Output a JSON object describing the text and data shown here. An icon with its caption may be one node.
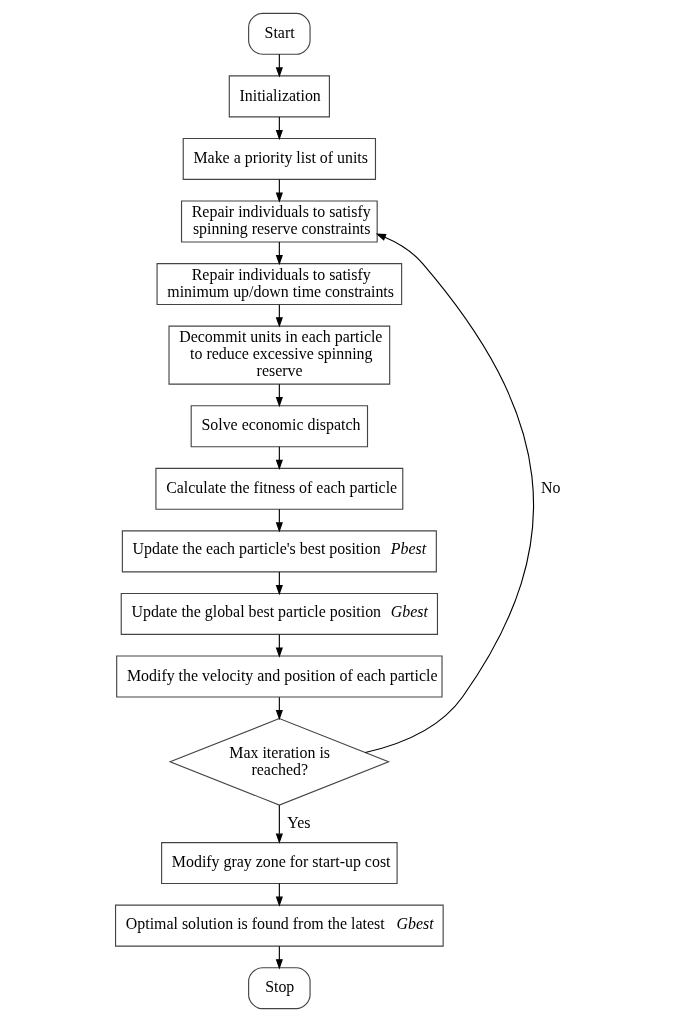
{
  "diagram": {
    "nodes": [
      {
        "text": [
          "Start"
        ]
      },
      {
        "text": [
          "Initialization"
        ]
      },
      {
        "text": [
          "Make a priority list of units"
        ]
      },
      {
        "text": [
          "Repair individuals to satisfy spinning reserve constraints"
        ]
      },
      {
        "text": [
          "Repair individuals to satisfy minimum up/down time constraints"
        ]
      },
      {
        "text": [
          "Decommit units in each particle to reduce excessive spinning reserve"
        ]
      },
      {
        "text": [
          "Solve economic dispatch"
        ]
      },
      {
        "text": [
          "Calculate the fitness of each particle"
        ]
      },
      {
        "text": [
          "Update the each particle's best position *Pbest*"
        ]
      },
      {
        "text": [
          "Update the global best particle position *Gbest*"
        ]
      },
      {
        "text": [
          "Modify the velocity and position of each particle"
        ]
      },
      {
        "text": [
          "Max iteration is reached?"
        ]
      },
      {
        "text": [
          "Modify gray zone for start-up cost"
        ]
      },
      {
        "text": [
          "Optimal solution is found from the latest *Gbest*"
        ]
      },
      {
        "text": [
          "Stop"
        ]
      }
    ],
    "edges": [
      {
        "from": 0,
        "to": 1,
        "arrow": "to"
      },
      {
        "from": 1,
        "to": 2,
        "arrow": "to"
      },
      {
        "from": 2,
        "to": 3,
        "arrow": "to"
      },
      {
        "from": 3,
        "to": 4,
        "arrow": "to"
      },
      {
        "from": 4,
        "to": 5,
        "arrow": "to"
      },
      {
        "from": 5,
        "to": 6,
        "arrow": "to"
      },
      {
        "from": 6,
        "to": 7,
        "arrow": "to"
      },
      {
        "from": 7,
        "to": 8,
        "arrow": "to"
      },
      {
        "from": 8,
        "to": 9,
        "arrow": "to"
      },
      {
        "from": 9,
        "to": 10,
        "arrow": "to"
      },
      {
        "from": 10,
        "to": 11,
        "arrow": "to"
      },
      {
        "from": 11,
        "to": 3,
        "arrow": "to",
        "label": "No"
      },
      {
        "from": 11,
        "to": 12,
        "arrow": "to",
        "label": "Yes"
      },
      {
        "from": 12,
        "to": 13,
        "arrow": "to"
      },
      {
        "from": 13,
        "to": 14,
        "arrow": "to"
      }
    ]
  }
}
